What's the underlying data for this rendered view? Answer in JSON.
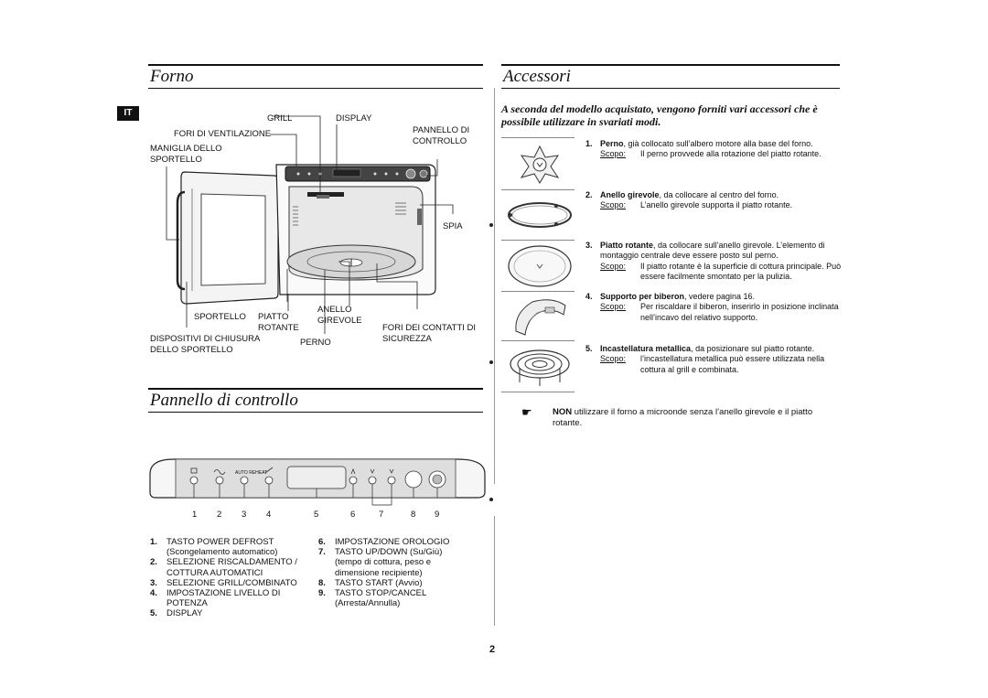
{
  "sections": {
    "forno_title": "Forno",
    "accessori_title": "Accessori",
    "pannello_title": "Pannello di controllo"
  },
  "language_tab": "IT",
  "oven_labels": {
    "grill": "GRILL",
    "display": "DISPLAY",
    "fori_ventilazione": "FORI DI VENTILAZIONE",
    "pannello_di": "PANNELLO DI",
    "controllo": "CONTROLLO",
    "maniglia_dello": "MANIGLIA DELLO",
    "sportello_handle": "SPORTELLO",
    "spia": "SPIA",
    "sportello": "SPORTELLO",
    "piatto": "PIATTO",
    "rotante": "ROTANTE",
    "anello": "ANELLO",
    "girevole": "GIREVOLE",
    "fori_contatti": "FORI DEI CONTATTI DI",
    "sicurezza": "SICUREZZA",
    "dispositivi_chiusura": "DISPOSITIVI DI CHIUSURA",
    "dello_sportello": "DELLO SPORTELLO",
    "perno": "PERNO"
  },
  "accessori": {
    "intro": "A seconda del modello acquistato, vengono forniti vari accessori che è possibile utilizzare in svariati modi.",
    "scopo_label": "Scopo:",
    "items": [
      {
        "n": "1.",
        "name": "Perno",
        "desc": ", già collocato sull’albero motore alla base del forno.",
        "scopo": "Il perno provvede alla rotazione del piatto rotante."
      },
      {
        "n": "2.",
        "name": "Anello girevole",
        "desc": ", da collocare al centro del forno.",
        "scopo": "L’anello girevole supporta il piatto rotante."
      },
      {
        "n": "3.",
        "name": "Piatto rotante",
        "desc": ", da collocare sull’anello girevole. L’elemento di montaggio centrale deve essere posto sul perno.",
        "scopo": "Il piatto rotante è la superficie di cottura principale. Può essere facilmente smontato per la pulizia."
      },
      {
        "n": "4.",
        "name": "Supporto per biberon",
        "desc": ", vedere pagina 16.",
        "scopo": "Per riscaldare il biberon, inserirlo in posizione inclinata nell’incavo del relativo supporto."
      },
      {
        "n": "5.",
        "name": "Incastellatura metallica",
        "desc": ", da posizionare sul piatto rotante.",
        "scopo": "l’incastellatura metallica può essere utilizzata nella cottura al grill e combinata."
      }
    ],
    "note_bold": "NON",
    "note_text": " utilizzare il forno a microonde senza l’anello girevole e il piatto rotante."
  },
  "panel": {
    "numbers": [
      "1",
      "2",
      "3",
      "4",
      "5",
      "6",
      "7",
      "8",
      "9"
    ],
    "button_text": "AUTO REHEAT",
    "legend_left": [
      {
        "n": "1.",
        "l1": "TASTO POWER DEFROST",
        "l2": "(Scongelamento automatico)"
      },
      {
        "n": "2.",
        "l1": "SELEZIONE RISCALDAMENTO /",
        "l2": "COTTURA  AUTOMATICI"
      },
      {
        "n": "3.",
        "l1": "SELEZIONE GRILL/COMBINATO",
        "l2": ""
      },
      {
        "n": "4.",
        "l1": "IMPOSTAZIONE LIVELLO DI",
        "l2": "POTENZA"
      },
      {
        "n": "5.",
        "l1": "DISPLAY",
        "l2": ""
      }
    ],
    "legend_right": [
      {
        "n": "6.",
        "l1": "IMPOSTAZIONE OROLOGIO",
        "l2": ""
      },
      {
        "n": "7.",
        "l1": "TASTO UP/DOWN (Su/Giù)",
        "l2": "(tempo di cottura, peso e",
        "l3": "dimensione recipiente)"
      },
      {
        "n": "8.",
        "l1": "TASTO START (Avvio)",
        "l2": ""
      },
      {
        "n": "9.",
        "l1": "TASTO STOP/CANCEL",
        "l2": "(Arresta/Annulla)"
      }
    ]
  },
  "page_number": "2"
}
